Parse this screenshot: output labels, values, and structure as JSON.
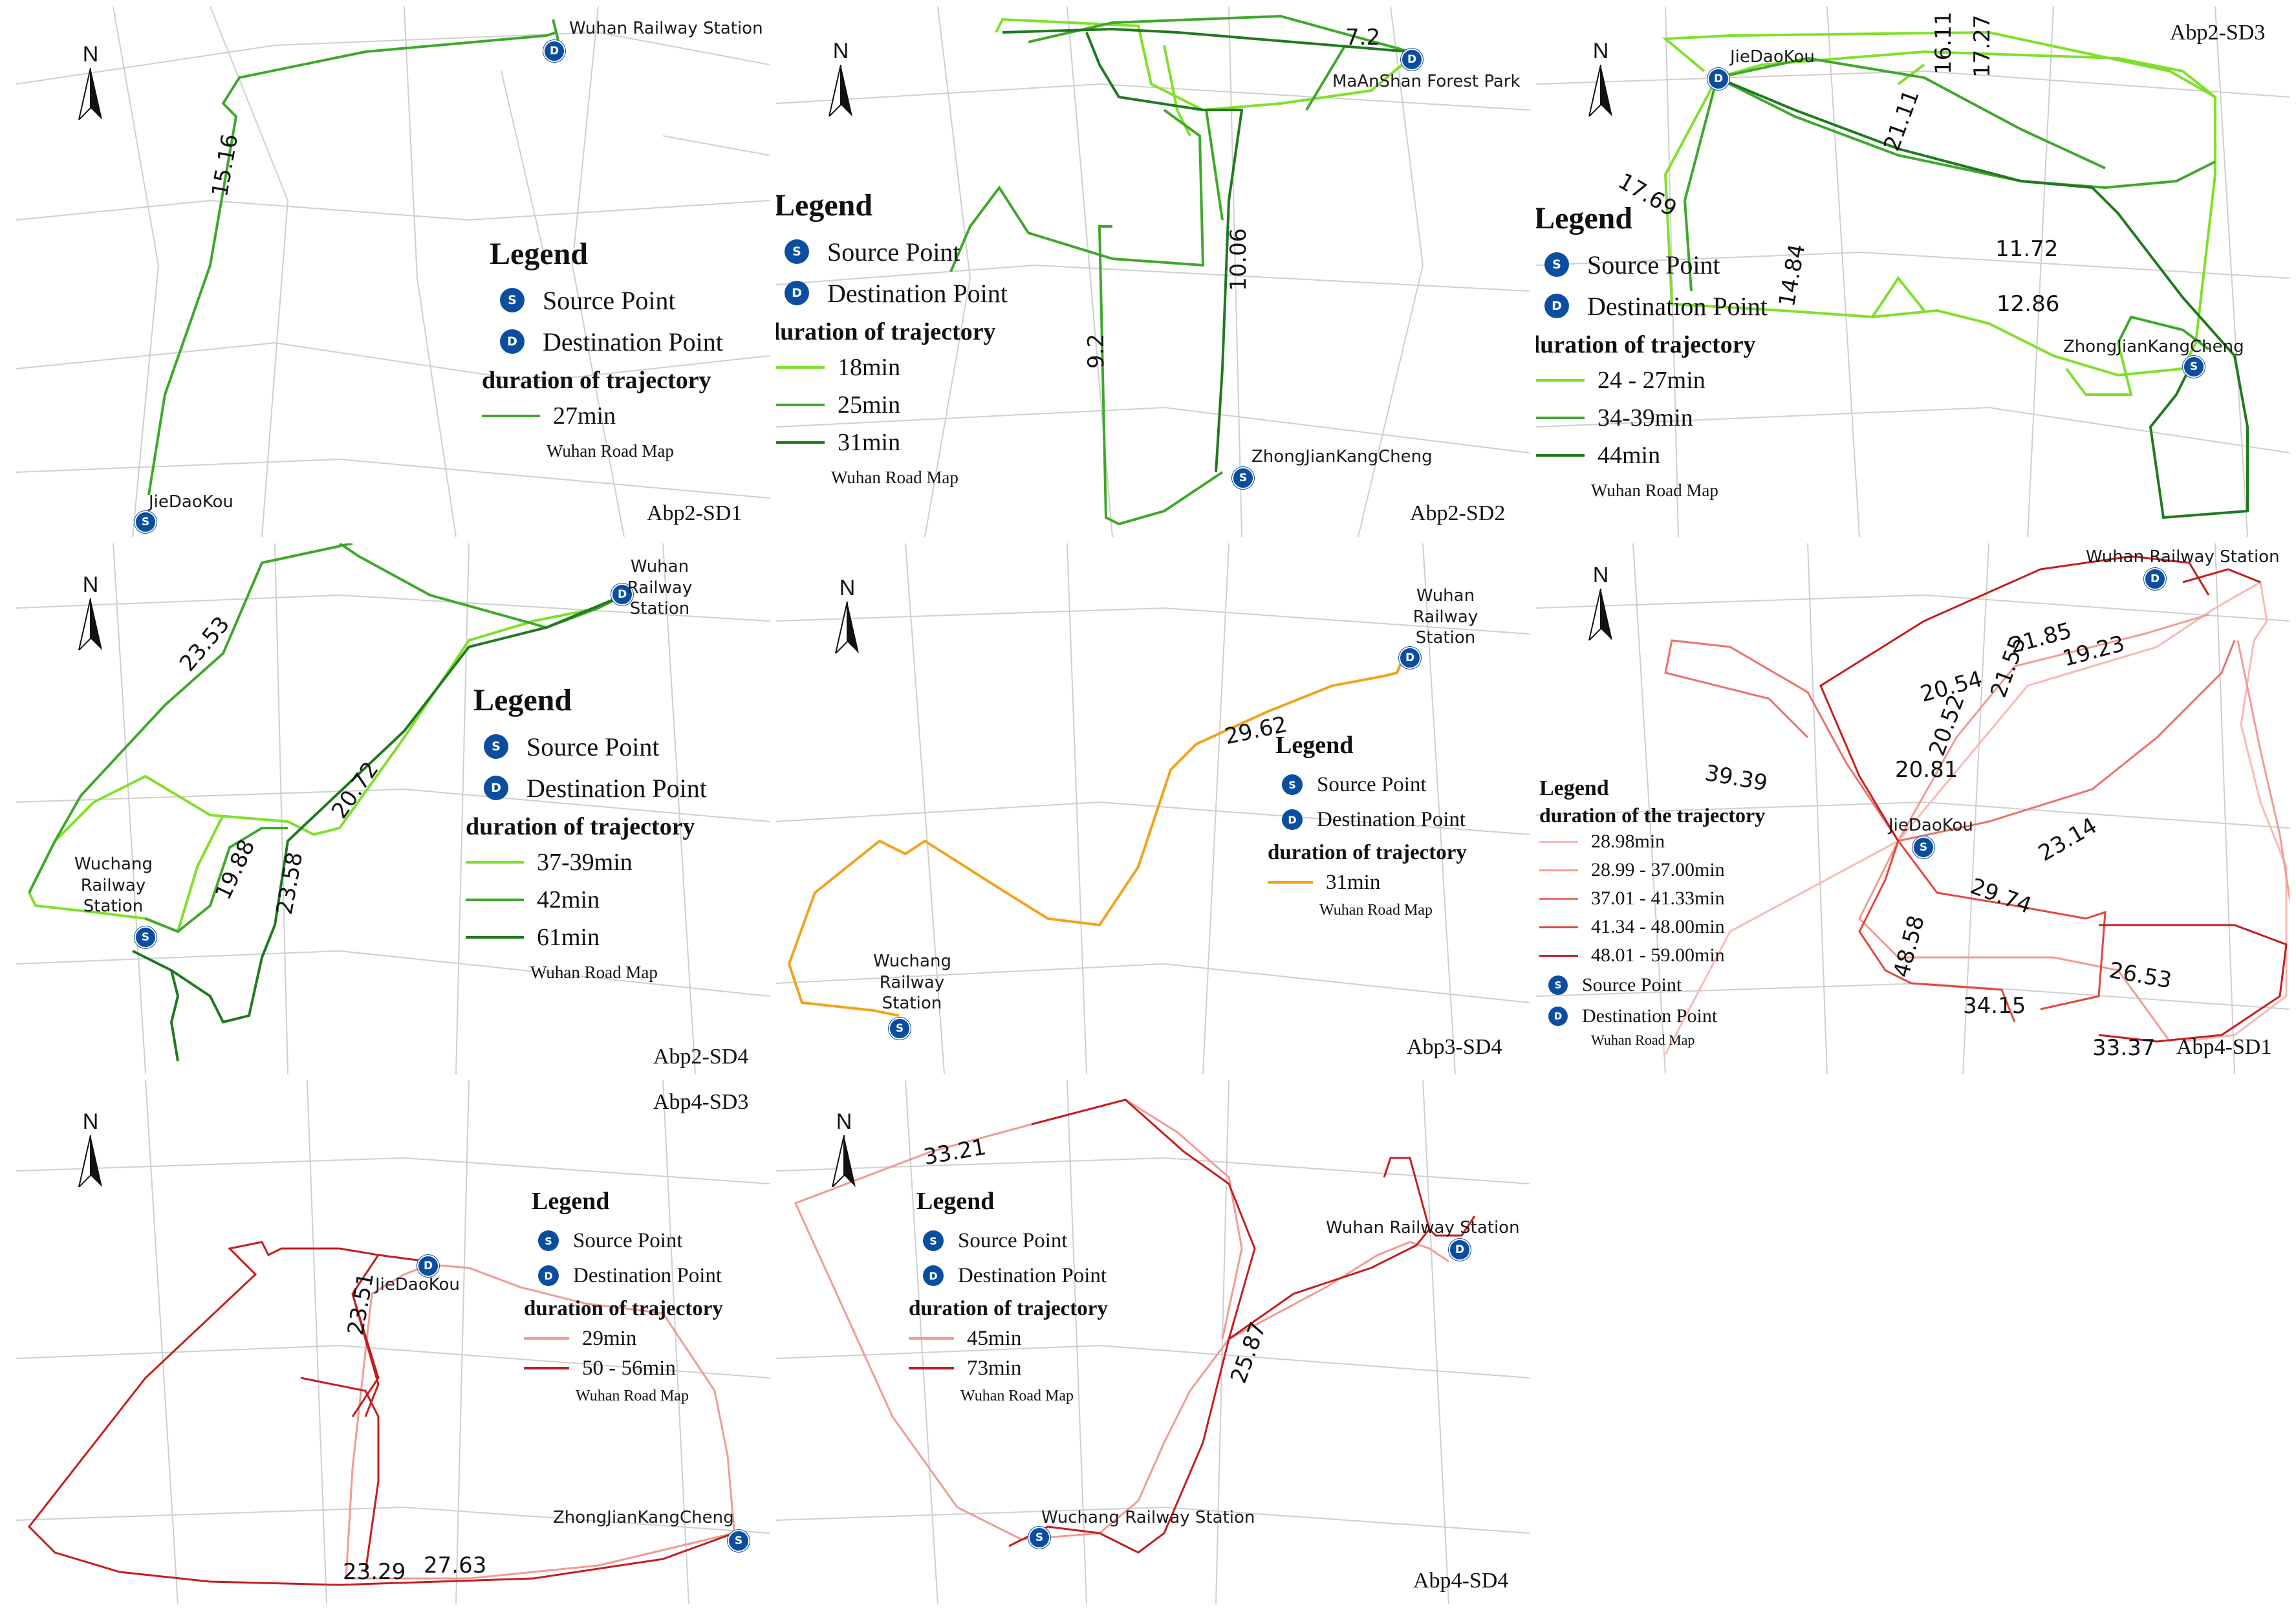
{
  "colors": {
    "road": "#cfcfcf",
    "marker": "#0b4e9f",
    "green_light": "#7fe02a",
    "green_mid": "#3fa82a",
    "green_dark": "#1f7a1f",
    "orange": "#f2a31a",
    "red_1": "#f7b9b5",
    "red_2": "#f29a94",
    "red_3": "#ee7068",
    "red_4": "#e2473d",
    "red_5": "#c41d1d"
  },
  "icons": {
    "north_arrow": "north-arrow-icon",
    "source": "source-point-icon",
    "destination": "destination-point-icon"
  },
  "common": {
    "north": "N",
    "legend_title": "Legend",
    "source": "Source Point",
    "destination": "Destination Point",
    "road_map": "Wuhan Road Map",
    "marker_s": "S",
    "marker_d": "D"
  },
  "panels": [
    {
      "id": "Abp2-SD1",
      "label": "Abp2-SD1",
      "duration_title": "duration of trajectory",
      "items": [
        {
          "text": "27min",
          "color": "#3fa82a"
        }
      ],
      "places": {
        "source": "JieDaoKou",
        "destination": "Wuhan Railway Station"
      },
      "durations": [
        "15.16"
      ]
    },
    {
      "id": "Abp2-SD2",
      "label": "Abp2-SD2",
      "duration_title": "duration of trajectory",
      "items": [
        {
          "text": "18min",
          "color": "#7fe02a"
        },
        {
          "text": "25min",
          "color": "#3fa82a"
        },
        {
          "text": "31min",
          "color": "#1f7a1f"
        }
      ],
      "places": {
        "source": "ZhongJianKangCheng",
        "destination": "MaAnShan Forest Park"
      },
      "durations": [
        "7.2",
        "10.06",
        "9.2"
      ]
    },
    {
      "id": "Abp2-SD3",
      "label": "Abp2-SD3",
      "duration_title": "duration of trajectory",
      "items": [
        {
          "text": "24 - 27min",
          "color": "#7fe02a"
        },
        {
          "text": "34-39min",
          "color": "#3fa82a"
        },
        {
          "text": "44min",
          "color": "#1f7a1f"
        }
      ],
      "places": {
        "source": "ZhongJianKangCheng",
        "destination": "JieDaoKou"
      },
      "durations": [
        "16.11",
        "17.27",
        "21.11",
        "17.69",
        "14.84",
        "11.72",
        "12.86"
      ]
    },
    {
      "id": "Abp2-SD4",
      "label": "Abp2-SD4",
      "duration_title": "duration of trajectory",
      "items": [
        {
          "text": "37-39min",
          "color": "#7fe02a"
        },
        {
          "text": "42min",
          "color": "#3fa82a"
        },
        {
          "text": "61min",
          "color": "#1f7a1f"
        }
      ],
      "places": {
        "source": "Wuchang Railway Station",
        "destination": "Wuhan Railway Station"
      },
      "durations": [
        "23.53",
        "20.72",
        "19.88",
        "23.58"
      ]
    },
    {
      "id": "Abp3-SD4",
      "label": "Abp3-SD4",
      "duration_title": "duration of trajectory",
      "items": [
        {
          "text": "31min",
          "color": "#f2a31a"
        }
      ],
      "places": {
        "source": "Wuchang Railway Station",
        "destination": "Wuhan Railway Station"
      },
      "durations": [
        "29.62"
      ]
    },
    {
      "id": "Abp4-SD1",
      "label": "Abp4-SD1",
      "duration_title": "duration of the trajectory",
      "items": [
        {
          "text": "28.98min",
          "color": "#f7b9b5"
        },
        {
          "text": "28.99 - 37.00min",
          "color": "#f29a94"
        },
        {
          "text": "37.01 - 41.33min",
          "color": "#ee7068"
        },
        {
          "text": "41.34 - 48.00min",
          "color": "#e2473d"
        },
        {
          "text": "48.01 - 59.00min",
          "color": "#c41d1d"
        }
      ],
      "places": {
        "source": "JieDaoKou",
        "destination": "Wuhan Railway Station"
      },
      "durations": [
        "21.85",
        "19.23",
        "20.54",
        "21.55",
        "20.52",
        "20.81",
        "39.39",
        "23.14",
        "29.74",
        "48.58",
        "26.53",
        "34.15",
        "33.37"
      ]
    },
    {
      "id": "Abp4-SD3",
      "label": "Abp4-SD3",
      "duration_title": "duration of trajectory",
      "items": [
        {
          "text": "29min",
          "color": "#f29a94"
        },
        {
          "text": "50 - 56min",
          "color": "#c41d1d"
        }
      ],
      "places": {
        "source": "ZhongJianKangCheng",
        "destination": "JieDaoKou"
      },
      "durations": [
        "23.51",
        "23.29",
        "27.63"
      ]
    },
    {
      "id": "Abp4-SD4",
      "label": "Abp4-SD4",
      "duration_title": "duration of trajectory",
      "items": [
        {
          "text": "45min",
          "color": "#f29a94"
        },
        {
          "text": "73min",
          "color": "#c41d1d"
        }
      ],
      "places": {
        "source": "Wuchang Railway Station",
        "destination": "Wuhan Railway Station"
      },
      "durations": [
        "33.21",
        "25.87"
      ]
    }
  ]
}
